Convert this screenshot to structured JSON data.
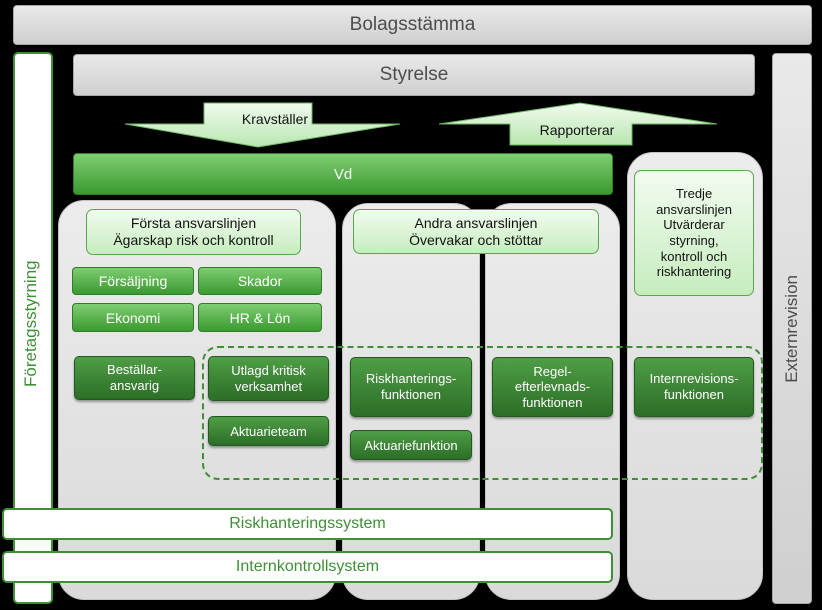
{
  "top_bar": "Bolagsstämma",
  "board": "Styrelse",
  "arrow_down": "Kravställer",
  "arrow_up": "Rapporterar",
  "ceo": "Vd",
  "left_vertical": "Företagsstyrning",
  "right_vertical": "Externrevision",
  "first_line": {
    "title": "Första ansvarslinjen\nÄgarskap risk och kontroll"
  },
  "second_line": {
    "title": "Andra ansvarslinjen\nÖvervakar och stöttar"
  },
  "third_line": {
    "title": "Tredje\nansvarslinjen\nUtvärderar\nstyrning,\nkontroll och\nriskhantering"
  },
  "units": {
    "sales": "Försäljning",
    "claims": "Skador",
    "economy": "Ekonomi",
    "hr": "HR & Lön",
    "ordering": "Beställar-\nansvarig",
    "outsourced": "Utlagd kritisk\nverksamhet",
    "actuary_team": "Aktuarieteam",
    "risk_function": "Riskhanterings-\nfunktionen",
    "actuary_function": "Aktuariefunktion",
    "compliance": "Regel-\nefterlevnads-\nfunktionen",
    "internal_audit": "Internrevisions-\nfunktionen"
  },
  "risk_system": "Riskhanteringssystem",
  "control_system": "Internkontrollsystem",
  "colors": {
    "green_dark": "#2c6e27",
    "green_mid": "#3a9a30",
    "green_light": "#c6edbe",
    "gray": "#d9d9d9"
  }
}
